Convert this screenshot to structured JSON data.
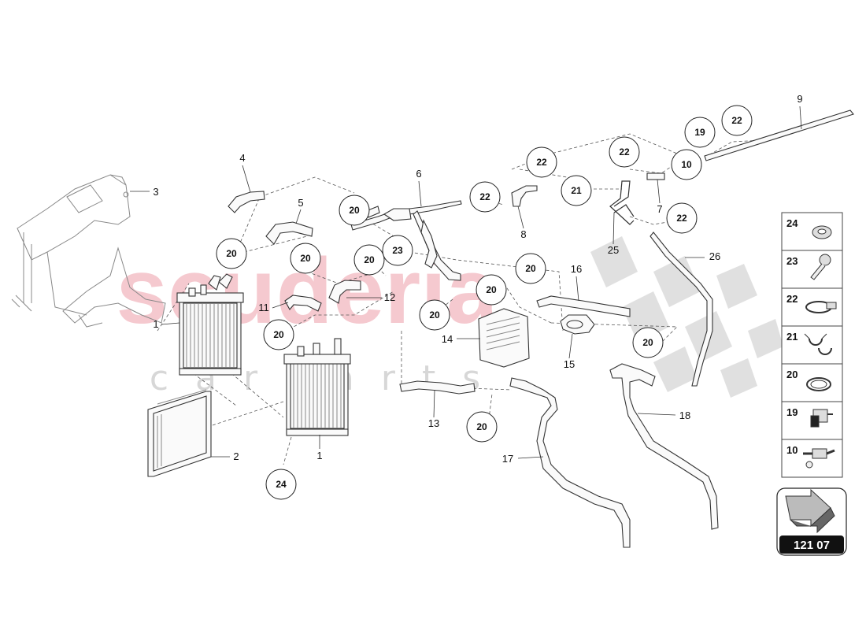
{
  "watermark": {
    "brand": "scuderia",
    "tagline": "c a r p a r t s"
  },
  "page_code": "121 07",
  "part_labels": {
    "p1a": "1",
    "p1b": "1",
    "p2": "2",
    "p3": "3",
    "p4": "4",
    "p5": "5",
    "p6": "6",
    "p7": "7",
    "p8": "8",
    "p9": "9",
    "p11": "11",
    "p12": "12",
    "p13": "13",
    "p14": "14",
    "p15": "15",
    "p16": "16",
    "p17": "17",
    "p18": "18",
    "p25": "25",
    "p26": "26"
  },
  "callouts": {
    "c20a": "20",
    "c20b": "20",
    "c20c": "20",
    "c20d": "20",
    "c20e": "20",
    "c20f": "20",
    "c20g": "20",
    "c20h": "20",
    "c20i": "20",
    "c20j": "20",
    "c21": "21",
    "c22a": "22",
    "c22b": "22",
    "c22c": "22",
    "c22d": "22",
    "c22e": "22",
    "c23": "23",
    "c24": "24",
    "c19": "19",
    "c10": "10"
  },
  "legend": [
    "24",
    "23",
    "22",
    "21",
    "20",
    "19",
    "10"
  ]
}
